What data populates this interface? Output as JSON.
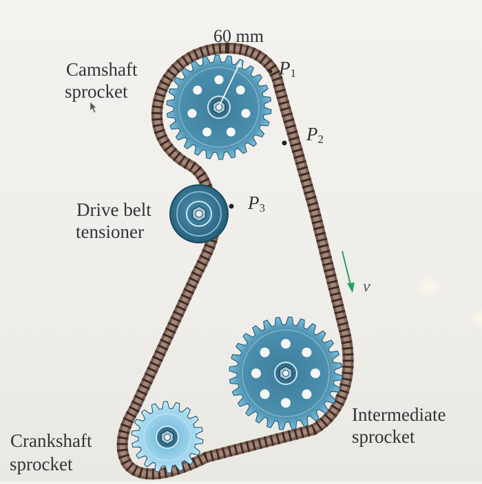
{
  "labels": {
    "dimension": "60 mm",
    "camshaft_line1": "Camshaft",
    "camshaft_line2": "sprocket",
    "tensioner_line1": "Drive belt",
    "tensioner_line2": "tensioner",
    "intermediate_line1": "Intermediate",
    "intermediate_line2": "sprocket",
    "crankshaft_line1": "Crankshaft",
    "crankshaft_line2": "sprocket",
    "p1_letter": "P",
    "p1_sub": "1",
    "p2_letter": "P",
    "p2_sub": "2",
    "p3_letter": "P",
    "p3_sub": "3",
    "velocity": "v"
  },
  "colors": {
    "belt": "#8a6e60",
    "belt_dark": "#5a4438",
    "gear": "#4a8aa8",
    "gear_light": "#7fc6e6",
    "gear_hub": "#2f6a86",
    "velocity_arrow": "#2aa05a"
  }
}
